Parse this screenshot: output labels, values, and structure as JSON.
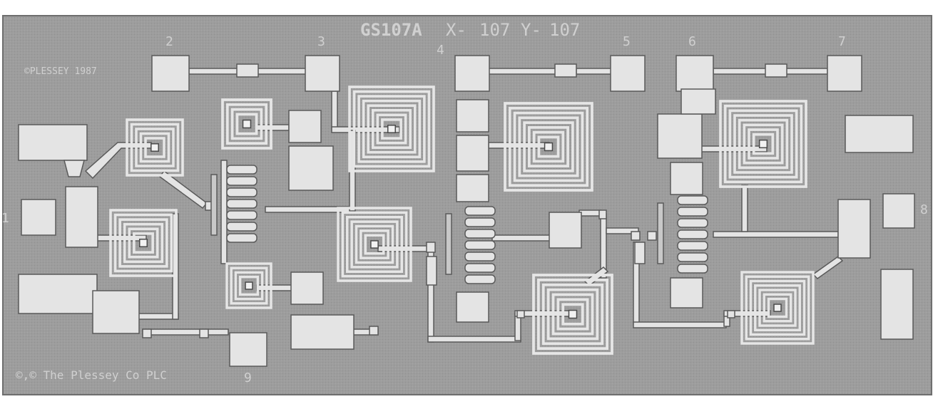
{
  "die": {
    "title": "GS107A",
    "x_label": "X-",
    "x_value": "107",
    "y_label": "Y-",
    "y_value": "107",
    "logo_text": "©PLESSEY 1987",
    "copyright": "©,© The Plessey Co PLC"
  },
  "pads": [
    "1",
    "2",
    "3",
    "4",
    "5",
    "6",
    "7",
    "8",
    "9"
  ],
  "colors": {
    "substrate": "#9a9a9a",
    "metal": "#e4e4e4",
    "metal_edge": "#5a5a5a",
    "text": "#d0d0d0"
  }
}
